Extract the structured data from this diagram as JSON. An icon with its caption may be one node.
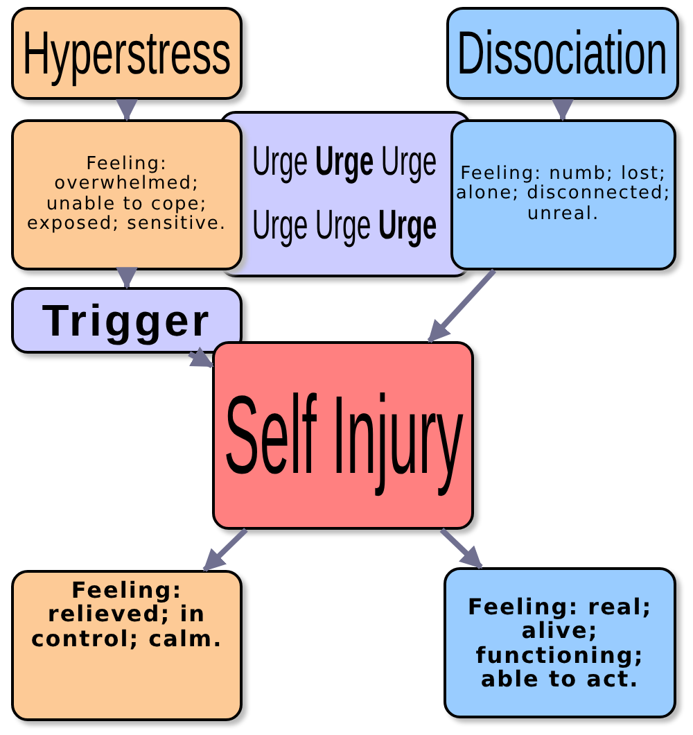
{
  "diagram": {
    "nodes": [
      {
        "text": [
          "Hyperstress"
        ]
      },
      {
        "text": [
          "Dissociation"
        ]
      },
      {
        "text": [
          "Feeling: overwhelmed; unable to cope; exposed; sensitive."
        ]
      },
      {
        "text": [
          "Urge **Urge** Urge",
          "Urge Urge **Urge**"
        ]
      },
      {
        "text": [
          "Feeling: numb; lost; alone; disconnected; unreal."
        ]
      },
      {
        "text": [
          "Trigger"
        ]
      },
      {
        "text": [
          "Self Injury"
        ]
      },
      {
        "text": [
          "Feeling: relieved; in control; calm."
        ]
      },
      {
        "text": [
          "Feeling: real; alive; functioning; able to act."
        ]
      }
    ],
    "edges": [
      {
        "from": 0,
        "to": 2,
        "arrow": "to"
      },
      {
        "from": 2,
        "to": 5,
        "arrow": "to"
      },
      {
        "from": 1,
        "to": 4,
        "arrow": "to"
      },
      {
        "from": 5,
        "to": 6,
        "arrow": "to"
      },
      {
        "from": 4,
        "to": 6,
        "arrow": "to"
      },
      {
        "from": 6,
        "to": 7,
        "arrow": "to"
      },
      {
        "from": 6,
        "to": 8,
        "arrow": "to"
      }
    ]
  }
}
